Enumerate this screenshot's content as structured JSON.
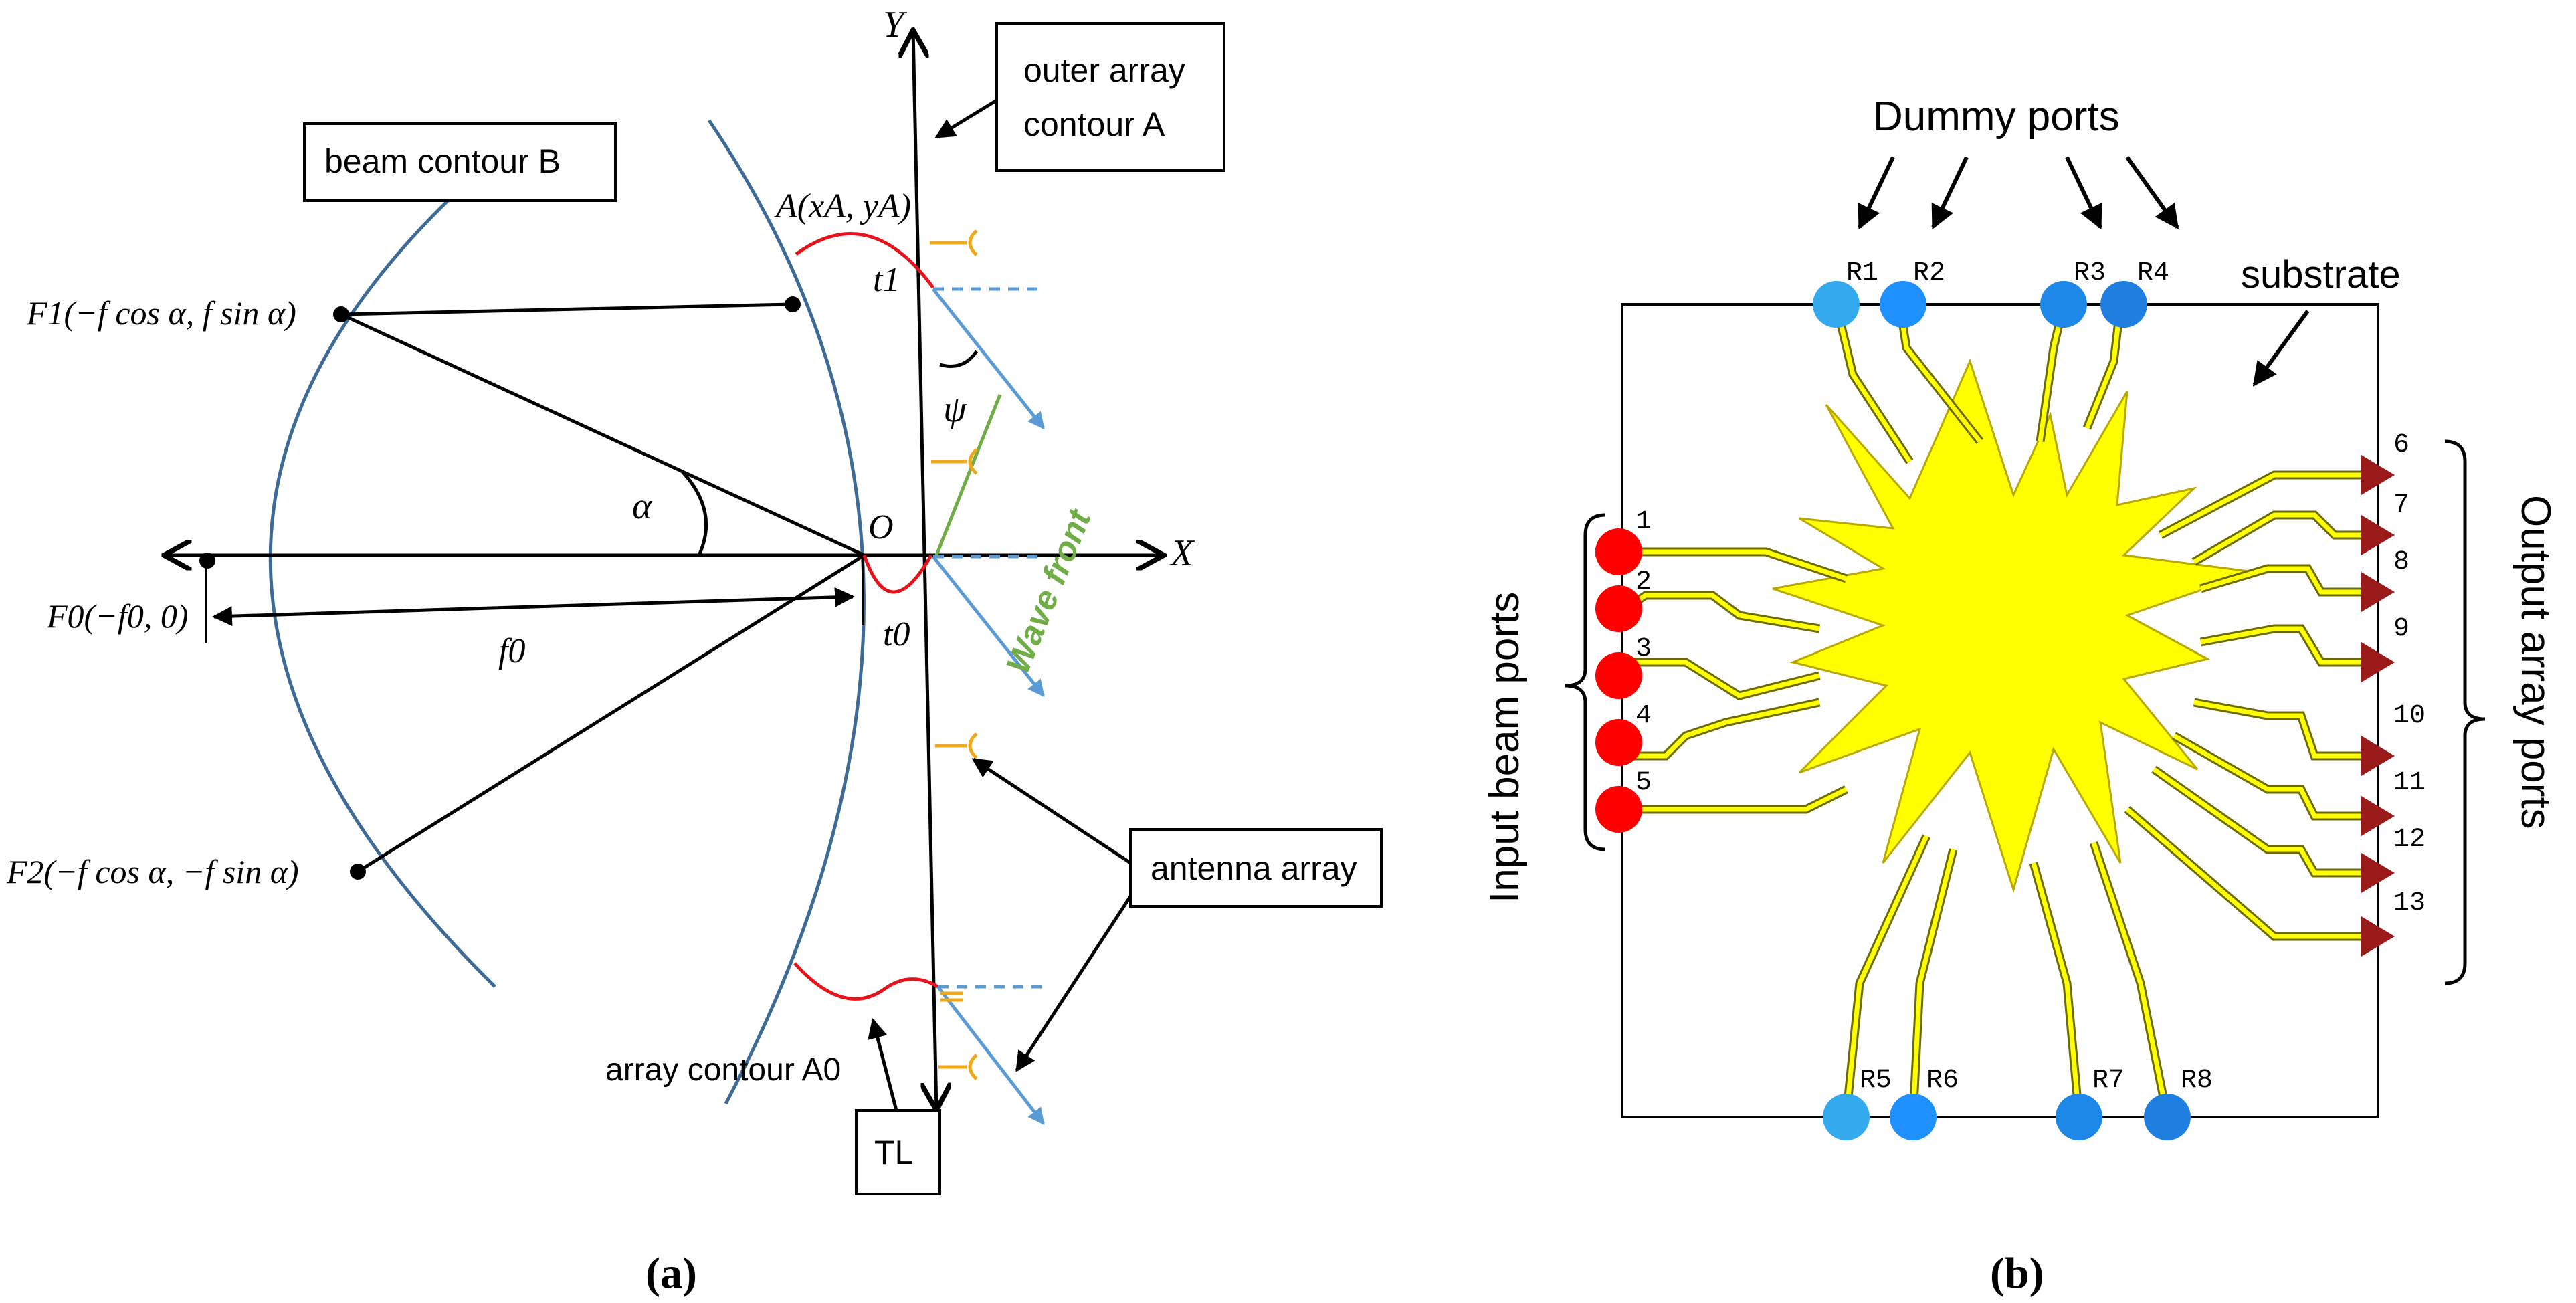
{
  "panel_a": {
    "caption": "(a)",
    "labels": {
      "beam_contour": "beam contour B",
      "outer_array_contour_line1": "outer array",
      "outer_array_contour_line2": "contour A",
      "point_A": "A(xA, yA)",
      "t1": "t1",
      "t0": "t0",
      "psi": "ψ",
      "alpha": "α",
      "origin": "O",
      "x_axis": "X",
      "y_axis": "Y",
      "f0": "f0",
      "F1": "F1(−f cos α, f sin α)",
      "F0": "F0(−f0, 0)",
      "F2": "F2(−f cos α, −f sin α)",
      "wave_front": "Wave front",
      "antenna_array": "antenna array",
      "array_contour": "array contour A0",
      "tl": "TL"
    }
  },
  "panel_b": {
    "caption": "(b)",
    "labels": {
      "dummy_ports": "Dummy ports",
      "substrate": "substrate",
      "input_beam_ports": "Input beam ports",
      "output_array_ports": "Output array ports"
    },
    "input_ports": [
      "1",
      "2",
      "3",
      "4",
      "5"
    ],
    "output_ports": [
      "6",
      "7",
      "8",
      "9",
      "10",
      "11",
      "12",
      "13"
    ],
    "dummy_ports_top": [
      "R1",
      "R2",
      "R3",
      "R4"
    ],
    "dummy_ports_bottom": [
      "R5",
      "R6",
      "R7",
      "R8"
    ]
  },
  "colors": {
    "contour": "#3d6a96",
    "tl": "#e8121a",
    "antenna": "#f0a818",
    "ray": "#5b9bd5",
    "wavefront": "#70ad47",
    "lens": "#ffff00",
    "input_port": "#ff0000",
    "output_port": "#9b1b1b",
    "dummy_port": "#1e90ff"
  }
}
